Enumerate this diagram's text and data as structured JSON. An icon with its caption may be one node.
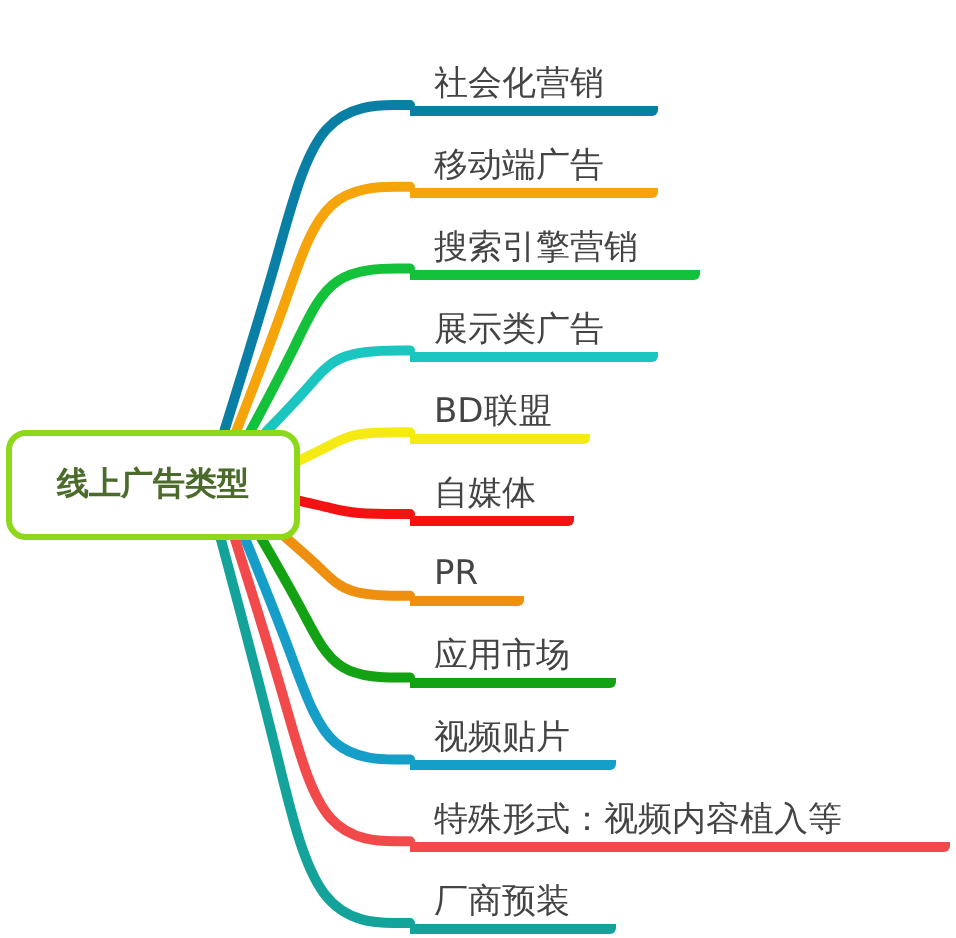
{
  "diagram": {
    "nodes": [
      {
        "text": [
          "线上广告类型"
        ]
      },
      {
        "text": [
          "社会化营销"
        ]
      },
      {
        "text": [
          "移动端广告"
        ]
      },
      {
        "text": [
          "搜索引擎营销"
        ]
      },
      {
        "text": [
          "展示类广告"
        ]
      },
      {
        "text": [
          "BD联盟"
        ]
      },
      {
        "text": [
          "自媒体"
        ]
      },
      {
        "text": [
          "PR"
        ]
      },
      {
        "text": [
          "应用市场"
        ]
      },
      {
        "text": [
          "视频贴片"
        ]
      },
      {
        "text": [
          "特殊形式：视频内容植入等"
        ]
      },
      {
        "text": [
          "厂商预装"
        ]
      }
    ],
    "edges": [
      {
        "from": 0,
        "to": 1,
        "arrow": "none",
        "color": "#0a7fa6"
      },
      {
        "from": 0,
        "to": 2,
        "arrow": "none",
        "color": "#f5a50a"
      },
      {
        "from": 0,
        "to": 3,
        "arrow": "none",
        "color": "#13c13a"
      },
      {
        "from": 0,
        "to": 4,
        "arrow": "none",
        "color": "#1cc6c0"
      },
      {
        "from": 0,
        "to": 5,
        "arrow": "none",
        "color": "#f5ea14"
      },
      {
        "from": 0,
        "to": 6,
        "arrow": "none",
        "color": "#f51212"
      },
      {
        "from": 0,
        "to": 7,
        "arrow": "none",
        "color": "#ef8f0f"
      },
      {
        "from": 0,
        "to": 8,
        "arrow": "none",
        "color": "#13a213"
      },
      {
        "from": 0,
        "to": 9,
        "arrow": "none",
        "color": "#149ec8"
      },
      {
        "from": 0,
        "to": 10,
        "arrow": "none",
        "color": "#f24a4a"
      },
      {
        "from": 0,
        "to": 11,
        "arrow": "none",
        "color": "#13a39a"
      }
    ]
  }
}
